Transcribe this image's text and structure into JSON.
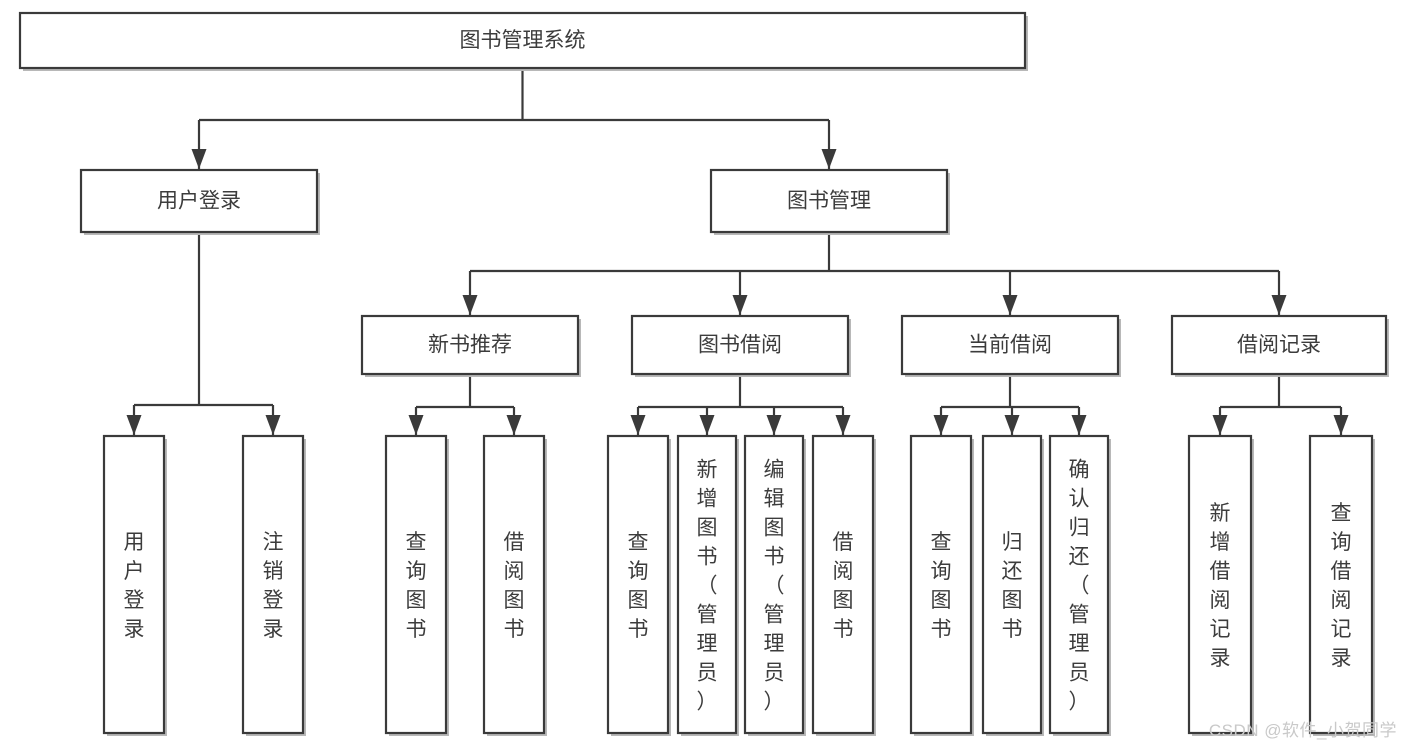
{
  "diagram": {
    "title": "图书管理系统",
    "type": "tree",
    "orientation": "top-down",
    "colors": {
      "box_fill": "#ffffff",
      "box_stroke": "#3a3a3a",
      "text": "#3c3c3c",
      "edge": "#3a3a3a",
      "background": "#ffffff",
      "watermark": "#c9c9c9"
    },
    "nodes": {
      "root": {
        "label": "图书管理系统",
        "level": 1,
        "orientation": "horizontal"
      },
      "l2": [
        {
          "id": "user_login",
          "label": "用户登录",
          "level": 2,
          "orientation": "horizontal"
        },
        {
          "id": "book_mgmt",
          "label": "图书管理",
          "level": 2,
          "orientation": "horizontal"
        }
      ],
      "l3": [
        {
          "id": "new_book_rec",
          "label": "新书推荐",
          "level": 3,
          "orientation": "horizontal",
          "parent": "book_mgmt"
        },
        {
          "id": "book_borrow",
          "label": "图书借阅",
          "level": 3,
          "orientation": "horizontal",
          "parent": "book_mgmt"
        },
        {
          "id": "current_borrow",
          "label": "当前借阅",
          "level": 3,
          "orientation": "horizontal",
          "parent": "book_mgmt"
        },
        {
          "id": "borrow_record",
          "label": "借阅记录",
          "level": 3,
          "orientation": "horizontal",
          "parent": "book_mgmt"
        }
      ],
      "leaves": [
        {
          "id": "leaf_1",
          "label": "用户登录",
          "parent": "user_login",
          "orientation": "vertical"
        },
        {
          "id": "leaf_2",
          "label": "注销登录",
          "parent": "user_login",
          "orientation": "vertical"
        },
        {
          "id": "leaf_3",
          "label": "查询图书",
          "parent": "new_book_rec",
          "orientation": "vertical"
        },
        {
          "id": "leaf_4",
          "label": "借阅图书",
          "parent": "new_book_rec",
          "orientation": "vertical"
        },
        {
          "id": "leaf_5",
          "label": "查询图书",
          "parent": "book_borrow",
          "orientation": "vertical"
        },
        {
          "id": "leaf_6",
          "label": "新增图书（管理员）",
          "parent": "book_borrow",
          "orientation": "vertical"
        },
        {
          "id": "leaf_7",
          "label": "编辑图书（管理员）",
          "parent": "book_borrow",
          "orientation": "vertical"
        },
        {
          "id": "leaf_8",
          "label": "借阅图书",
          "parent": "book_borrow",
          "orientation": "vertical"
        },
        {
          "id": "leaf_9",
          "label": "查询图书",
          "parent": "current_borrow",
          "orientation": "vertical"
        },
        {
          "id": "leaf_10",
          "label": "归还图书",
          "parent": "current_borrow",
          "orientation": "vertical"
        },
        {
          "id": "leaf_11",
          "label": "确认归还（管理员）",
          "parent": "current_borrow",
          "orientation": "vertical"
        },
        {
          "id": "leaf_12",
          "label": "新增借阅记录",
          "parent": "borrow_record",
          "orientation": "vertical"
        },
        {
          "id": "leaf_13",
          "label": "查询借阅记录",
          "parent": "borrow_record",
          "orientation": "vertical"
        }
      ]
    },
    "watermark": "CSDN @软件_小贺同学"
  }
}
